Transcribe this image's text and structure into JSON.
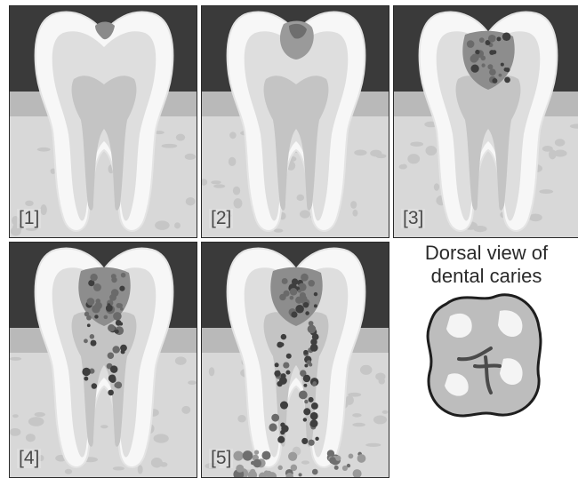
{
  "panels": [
    {
      "label": "[1]",
      "stage": 1
    },
    {
      "label": "[2]",
      "stage": 2
    },
    {
      "label": "[3]",
      "stage": 3
    },
    {
      "label": "[4]",
      "stage": 4
    },
    {
      "label": "[5]",
      "stage": 5
    }
  ],
  "dorsal": {
    "caption_line1": "Dorsal view of",
    "caption_line2": "dental caries"
  },
  "colors": {
    "background": "#3a3a3a",
    "gum": "#b9b9b9",
    "bone": "#d8d8d8",
    "enamel": "#f7f7f7",
    "dentin": "#dedede",
    "pulp": "#c4c4c4",
    "decay": "#6a6a6a"
  }
}
